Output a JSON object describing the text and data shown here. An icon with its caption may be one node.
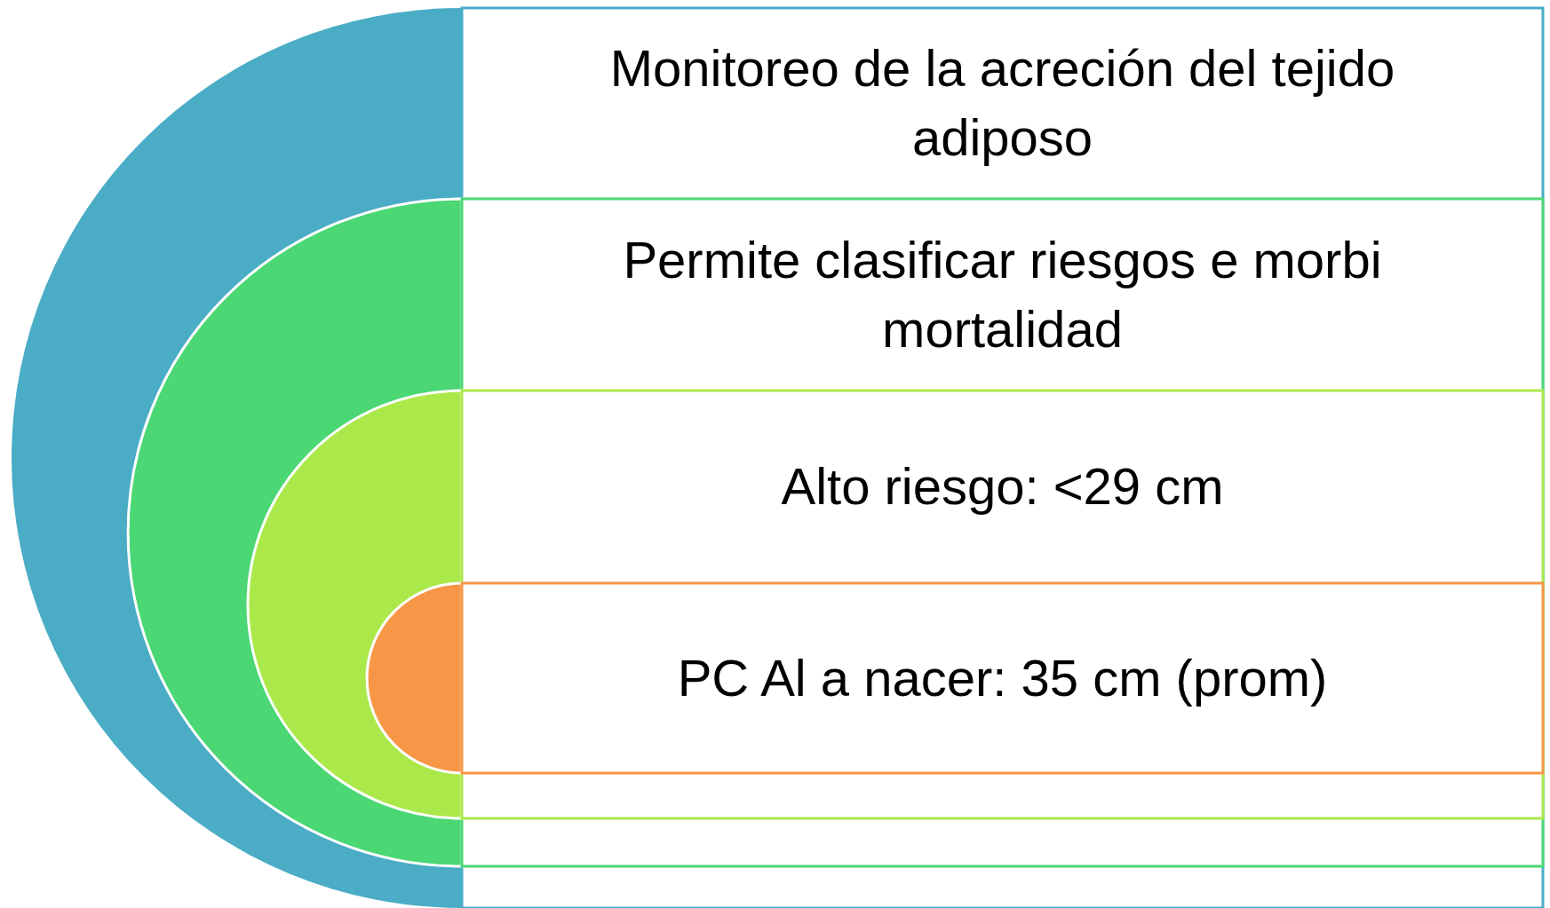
{
  "diagram": {
    "nodes": [
      {
        "text": [
          "Monitoreo de la acreción del tejido adiposo"
        ]
      },
      {
        "text": [
          "Permite clasificar riesgos e morbi mortalidad"
        ],
        "in": 0
      },
      {
        "text": [
          "Alto riesgo: <29 cm"
        ],
        "in": 1
      },
      {
        "text": [
          "PC Al a nacer: 35 cm (prom)"
        ],
        "in": 2
      }
    ]
  }
}
